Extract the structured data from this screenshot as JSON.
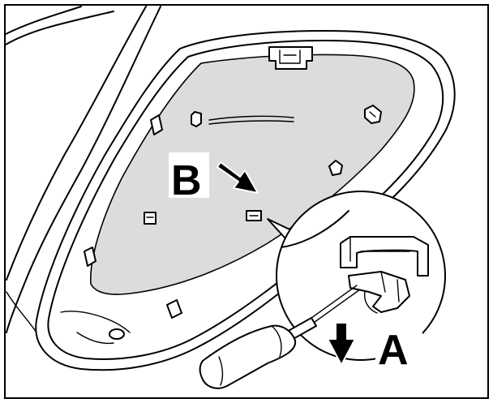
{
  "figure": {
    "labels": {
      "step_b": "B",
      "step_a": "A"
    },
    "icons": {
      "arrow_b": "arrow-down-right",
      "arrow_a": "arrow-down"
    }
  }
}
